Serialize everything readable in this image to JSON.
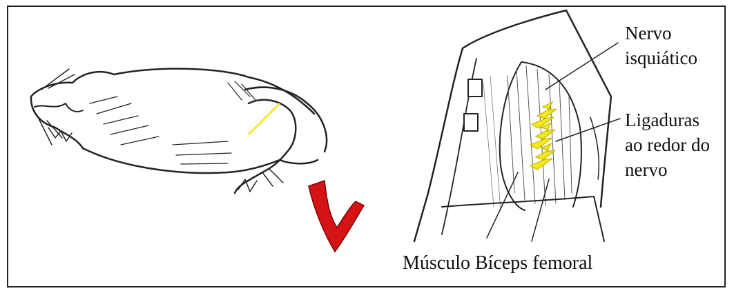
{
  "labels": {
    "nervo": [
      "Nervo",
      "isquiático"
    ],
    "ligaduras": [
      "Ligaduras",
      "ao redor do",
      "nervo"
    ],
    "musculo": "Músculo Bíceps femoral"
  },
  "colors": {
    "ligature": "#f2ea1c",
    "incision_marker": "#d41414",
    "line_art": "#222222"
  }
}
